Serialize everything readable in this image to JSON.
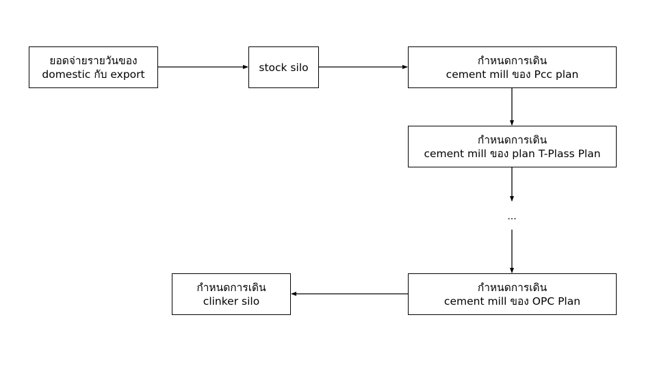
{
  "diagram": {
    "nodes": {
      "daily_sales": {
        "line1": "ยอดจ่ายรายวันของ",
        "line2": "domestic กับ export"
      },
      "stock_silo": {
        "line1": "stock silo"
      },
      "pcc_plan": {
        "line1": "กำหนดการเดิน",
        "line2": "cement mill ของ Pcc plan"
      },
      "tplass_plan": {
        "line1": "กำหนดการเดิน",
        "line2": "cement mill ของ plan T-Plass Plan"
      },
      "opc_plan": {
        "line1": "กำหนดการเดิน",
        "line2": "cement mill ของ OPC Plan"
      },
      "clinker_silo": {
        "line1": "กำหนดการเดิน",
        "line2": "clinker silo"
      }
    },
    "ellipsis": "...",
    "edges": [
      {
        "from": "daily_sales",
        "to": "stock_silo"
      },
      {
        "from": "stock_silo",
        "to": "pcc_plan"
      },
      {
        "from": "pcc_plan",
        "to": "tplass_plan"
      },
      {
        "from": "tplass_plan",
        "to": "ellipsis"
      },
      {
        "from": "ellipsis",
        "to": "opc_plan"
      },
      {
        "from": "opc_plan",
        "to": "clinker_silo"
      }
    ]
  }
}
